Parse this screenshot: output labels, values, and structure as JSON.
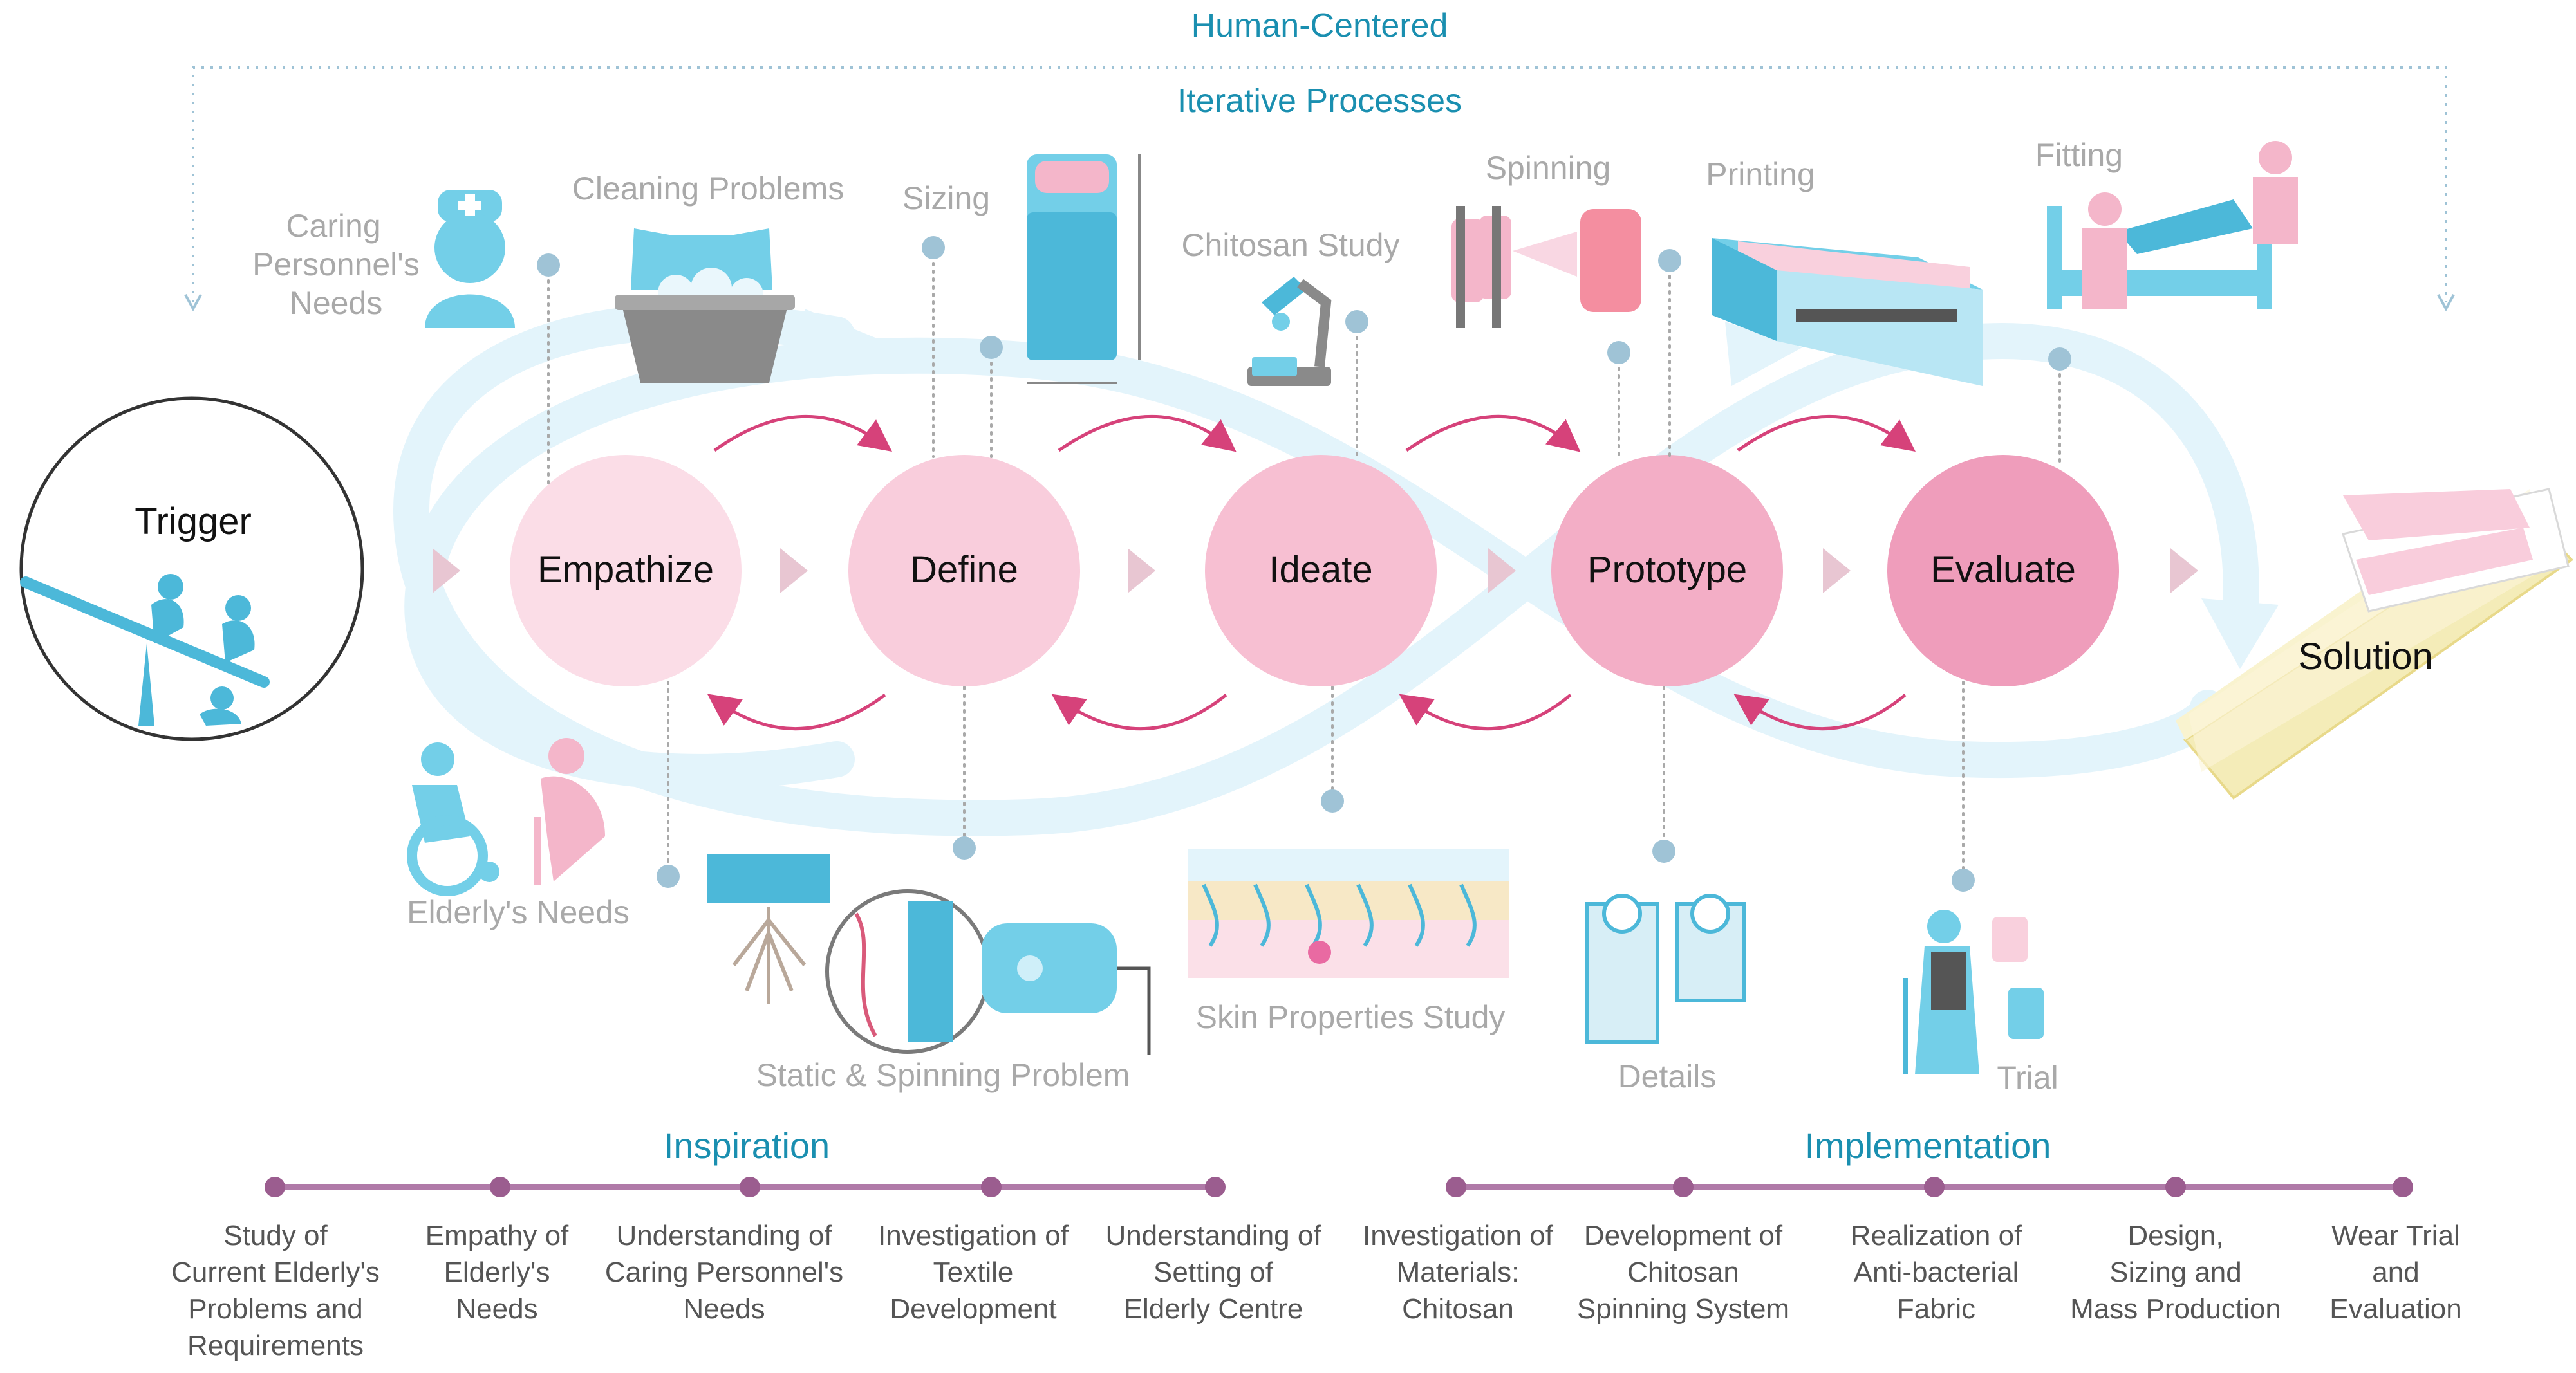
{
  "header": {
    "human_centered": "Human-Centered",
    "iterative": "Iterative Processes"
  },
  "trigger": {
    "label": "Trigger"
  },
  "solution": {
    "label": "Solution"
  },
  "stages": [
    {
      "label": "Empathize",
      "color": "#fbdde7"
    },
    {
      "label": "Define",
      "color": "#f9cddc"
    },
    {
      "label": "Ideate",
      "color": "#f7bfd2"
    },
    {
      "label": "Prototype",
      "color": "#f3aec6"
    },
    {
      "label": "Evaluate",
      "color": "#ef9dbb"
    }
  ],
  "top_labels": {
    "caring_line1": "Caring",
    "caring_line2": "Personnel's",
    "caring_line3": "Needs",
    "cleaning": "Cleaning Problems",
    "sizing": "Sizing",
    "chitosan": "Chitosan Study",
    "spinning": "Spinning",
    "printing": "Printing",
    "fitting": "Fitting"
  },
  "bottom_labels": {
    "elderly": "Elderly's Needs",
    "static": "Static & Spinning Problem",
    "skin": "Skin Properties Study",
    "details": "Details",
    "trial": "Trial"
  },
  "inspiration": {
    "title": "Inspiration",
    "items": [
      [
        "Study of",
        "Current Elderly's",
        "Problems and",
        "Requirements"
      ],
      [
        "Empathy of",
        "Elderly's",
        "Needs"
      ],
      [
        "Understanding of",
        "Caring Personnel's",
        "Needs"
      ],
      [
        "Investigation of",
        "Textile",
        "Development"
      ],
      [
        "Understanding of",
        "Setting of",
        "Elderly Centre"
      ]
    ]
  },
  "implementation": {
    "title": "Implementation",
    "items": [
      [
        "Investigation of",
        "Materials:",
        "Chitosan"
      ],
      [
        "Development of",
        "Chitosan",
        "Spinning System"
      ],
      [
        "Realization of",
        "Anti-bacterial",
        "Fabric"
      ],
      [
        "Design,",
        "Sizing and",
        "Mass Production"
      ],
      [
        "Wear Trial",
        "and",
        "Evaluation"
      ]
    ]
  },
  "colors": {
    "accent_teal": "#1a8fb0",
    "flow_light_blue": "#e3f4fb",
    "arrow_pink": "#d6427a",
    "timeline_purple": "#b07aa8",
    "label_grey": "#a9a9a9"
  }
}
